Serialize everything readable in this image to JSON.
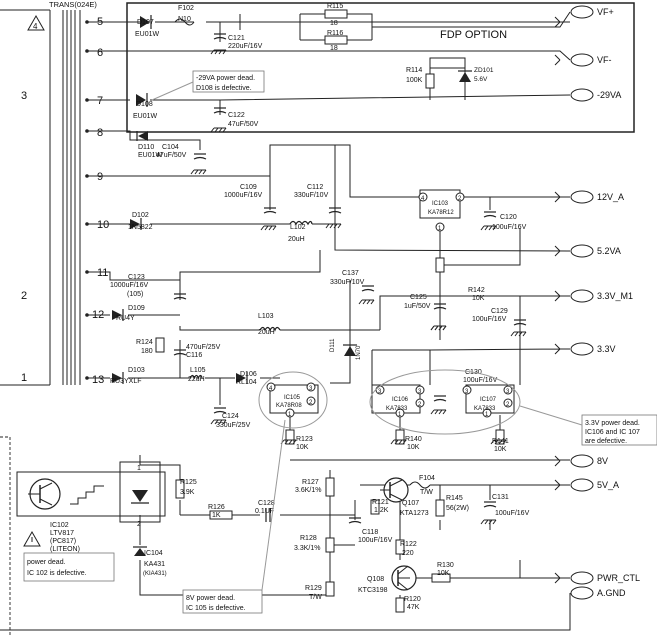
{
  "transformer": {
    "label": "TRANS(024E)",
    "primary_pins": [
      "4",
      "3",
      "2",
      "1"
    ],
    "secondary_pins": [
      "5",
      "6",
      "7",
      "8",
      "9",
      "10",
      "11",
      "12",
      "13"
    ]
  },
  "fdp_option": {
    "title": "FDP OPTION"
  },
  "connectors": [
    "VF+",
    "VF-",
    "-29VA",
    "12V_A",
    "5.2VA",
    "3.3V_M1",
    "3.3V",
    "8V",
    "5V_A",
    "PWR_CTL",
    "A.GND"
  ],
  "components": {
    "d107": [
      "D107",
      "EU01W"
    ],
    "f102": [
      "F102",
      "N10"
    ],
    "r115": [
      "R115",
      "18"
    ],
    "r116": [
      "R116",
      "18"
    ],
    "c121": [
      "C121",
      "220uF/16V"
    ],
    "d108": [
      "D108",
      "EU01W"
    ],
    "r114": [
      "R114",
      "100K"
    ],
    "zd101": [
      "ZD101",
      "5.6V"
    ],
    "c122": [
      "C122",
      "47uF/50V"
    ],
    "d110": [
      "D110",
      "EU01W"
    ],
    "c104": [
      "C104",
      "47uF/50V"
    ],
    "c109": [
      "C109",
      "1000uF/16V"
    ],
    "c112": [
      "C112",
      "330uF/10V"
    ],
    "ic103": [
      "IC103",
      "KA78R12"
    ],
    "c120": [
      "C120",
      "100uF/16V"
    ],
    "d102": [
      "D102",
      "1N5822"
    ],
    "l102": [
      "L102",
      "20uH"
    ],
    "c123": [
      "C123",
      "1000uF/16V",
      "(105)"
    ],
    "c137": [
      "C137",
      "330uF/10V"
    ],
    "r142": [
      "R142",
      "10K"
    ],
    "c125": [
      "C125",
      "1uF/50V"
    ],
    "d109": [
      "D109",
      "RU4Y"
    ],
    "l103": [
      "L103",
      "20uH"
    ],
    "c129": [
      "C129",
      "100uF/16V"
    ],
    "r124": [
      "R124",
      "180"
    ],
    "c116": [
      "470uF/25V",
      "C116"
    ],
    "d111": [
      "D111",
      "1N70"
    ],
    "d103": [
      "D103",
      "RU3YXLF"
    ],
    "l105": [
      "L105",
      "22uH"
    ],
    "d106": [
      "D106",
      "RL104"
    ],
    "c130": [
      "C130",
      "100uF/16V"
    ],
    "ic105": [
      "IC105",
      "KA78R08"
    ],
    "ic106": [
      "IC106",
      "KA7833"
    ],
    "ic107": [
      "IC107",
      "KA7833"
    ],
    "c124": [
      "C124",
      "330uF/25V"
    ],
    "r123": [
      "R123",
      "10K"
    ],
    "r140": [
      "R140",
      "10K"
    ],
    "r141": [
      "R141",
      "10K"
    ],
    "r125": [
      "R125",
      "3.9K"
    ],
    "r127": [
      "R127",
      "3.6K/1%"
    ],
    "f104": [
      "F104",
      "T/W"
    ],
    "r121": [
      "R121",
      "1.2K"
    ],
    "q107": [
      "Q107",
      "KTA1273"
    ],
    "r145": [
      "R145",
      "56(2W)"
    ],
    "c131": [
      "C131",
      "100uF/16V"
    ],
    "r126": [
      "R126",
      "1K"
    ],
    "c128": [
      "C128",
      "0.1UF"
    ],
    "c118": [
      "C118",
      "100uF/16V"
    ],
    "r122": [
      "R122",
      "220"
    ],
    "ic102": [
      "IC102",
      "LTV817",
      "(PC817)",
      "(LITEON)"
    ],
    "r128": [
      "R128",
      "3.3K/1%"
    ],
    "ic104": [
      "IC104",
      "KA431",
      "(KIA431)"
    ],
    "r130": [
      "R130",
      "10K"
    ],
    "q108": [
      "Q108",
      "KTC3198"
    ],
    "r129": [
      "R129",
      "T/W"
    ],
    "r120": [
      "R120",
      "47K"
    ]
  },
  "notes": {
    "n29va": [
      "-29VA power dead.",
      "D108 is defective."
    ],
    "n33v": [
      "3.3V power dead.",
      "IC106 and IC 107",
      "are defective."
    ],
    "n8v": [
      "8V power dead.",
      "IC 105 is defective."
    ],
    "nic102": [
      "power dead.",
      "IC 102 is defective."
    ]
  },
  "ic_pins": {
    "in": "1",
    "out": "2",
    "gnd": "3",
    "en": "4"
  },
  "photo_pins": [
    "1",
    "2"
  ],
  "warning_icon": "warning-triangle-icon"
}
